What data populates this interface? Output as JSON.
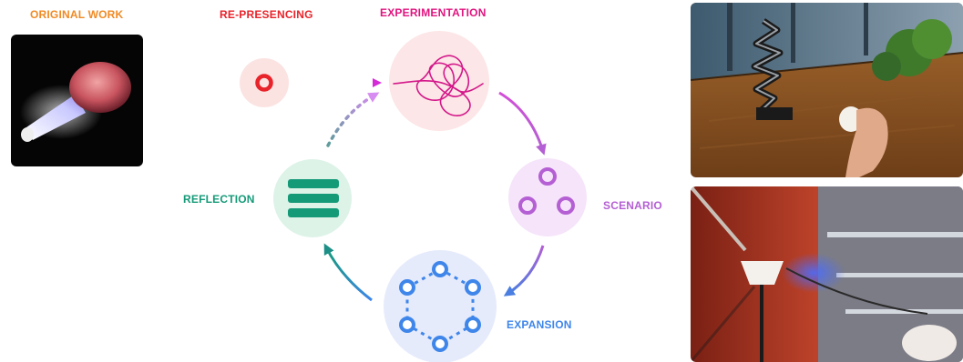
{
  "labels": {
    "original_work": "ORIGINAL WORK",
    "re_presencing": "RE-PRESENCING",
    "experimentation": "EXPERIMENTATION",
    "scenario": "SCENARIO",
    "expansion": "EXPANSION",
    "reflection": "REFLECTION"
  },
  "colors": {
    "original_work": "#F08A24",
    "re_presencing": "#E8232A",
    "experimentation": "#E0147F",
    "scenario": "#B45FD3",
    "expansion": "#3F86EA",
    "reflection": "#159A78"
  },
  "icons": {
    "re_presencing": "ring-icon",
    "experimentation": "scribble-icon",
    "scenario": "three-circles-icon",
    "expansion": "ring-of-nodes-icon",
    "reflection": "stacked-bars-icon"
  }
}
